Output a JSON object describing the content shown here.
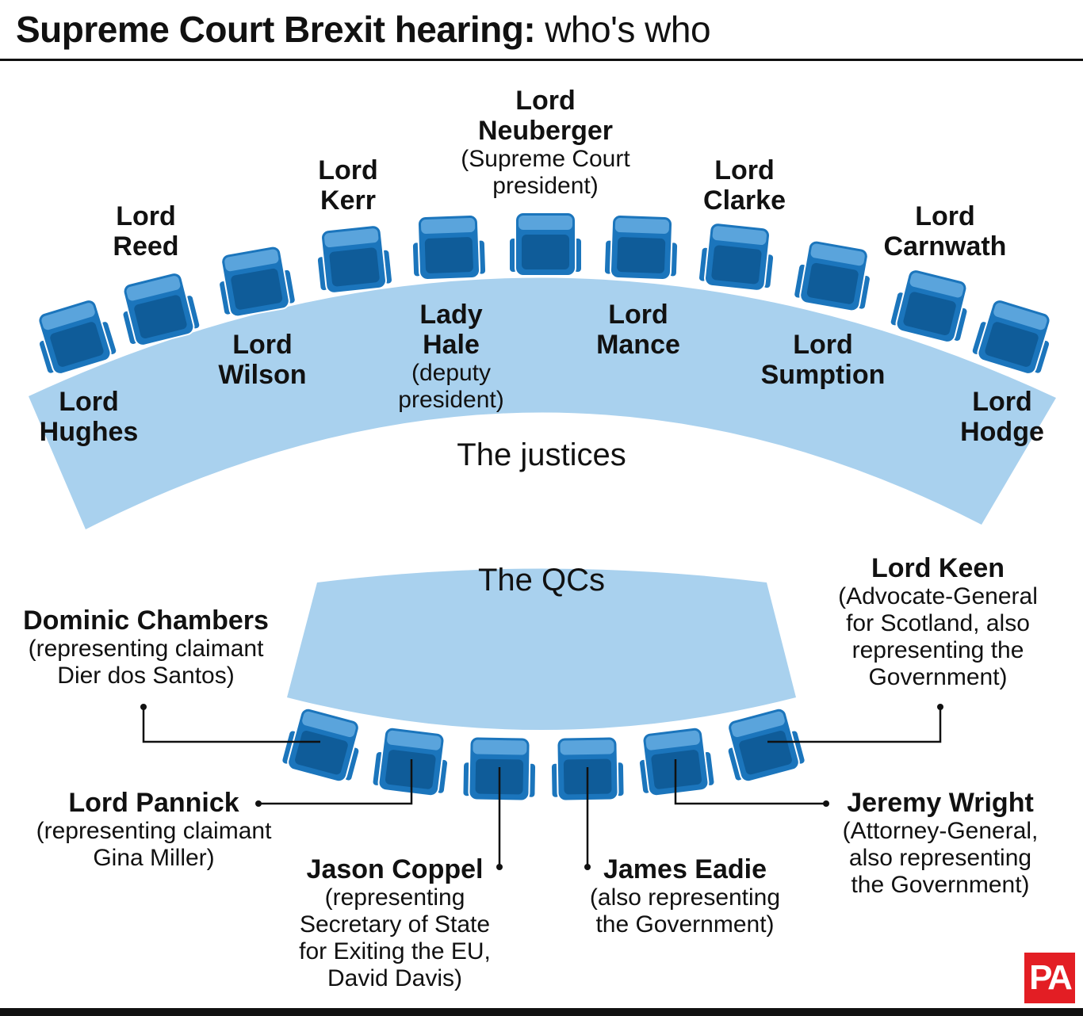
{
  "title": {
    "bold": "Supreme Court Brexit hearing:",
    "light": "who's who"
  },
  "sections": {
    "justices": "The justices",
    "qcs": "The QCs"
  },
  "justices": {
    "neuberger": {
      "name_1": "Lord",
      "name_2": "Neuberger",
      "role_1": "(Supreme Court",
      "role_2": "president)"
    },
    "reed": {
      "name_1": "Lord",
      "name_2": "Reed"
    },
    "kerr": {
      "name_1": "Lord",
      "name_2": "Kerr"
    },
    "clarke": {
      "name_1": "Lord",
      "name_2": "Clarke"
    },
    "carnwath": {
      "name_1": "Lord",
      "name_2": "Carnwath"
    },
    "wilson": {
      "name_1": "Lord",
      "name_2": "Wilson"
    },
    "hale": {
      "name_1": "Lady",
      "name_2": "Hale",
      "role_1": "(deputy",
      "role_2": "president)"
    },
    "mance": {
      "name_1": "Lord",
      "name_2": "Mance"
    },
    "sumption": {
      "name_1": "Lord",
      "name_2": "Sumption"
    },
    "hughes": {
      "name_1": "Lord",
      "name_2": "Hughes"
    },
    "hodge": {
      "name_1": "Lord",
      "name_2": "Hodge"
    }
  },
  "qcs": {
    "chambers": {
      "name": "Dominic Chambers",
      "role_1": "(representing claimant",
      "role_2": "Dier dos Santos)"
    },
    "keen": {
      "name": "Lord Keen",
      "role_1": "(Advocate-General",
      "role_2": "for Scotland, also",
      "role_3": "representing the",
      "role_4": "Government)"
    },
    "pannick": {
      "name": "Lord Pannick",
      "role_1": "(representing claimant",
      "role_2": "Gina Miller)"
    },
    "coppel": {
      "name": "Jason Coppel",
      "role_1": "(representing",
      "role_2": "Secretary of State",
      "role_3": "for Exiting the EU,",
      "role_4": "David Davis)"
    },
    "eadie": {
      "name": "James Eadie",
      "role_1": "(also representing",
      "role_2": "the Government)"
    },
    "wright": {
      "name": "Jeremy Wright",
      "role_1": "(Attorney-General,",
      "role_2": "also representing",
      "role_3": "the Government)"
    }
  },
  "logo": "PA",
  "colors": {
    "bench": "#a9d1ee",
    "chair": "#1b75bc",
    "chair_dark": "#0f5c99",
    "chair_light": "#5aa4dc",
    "text": "#111111",
    "logo": "#e31e24"
  }
}
